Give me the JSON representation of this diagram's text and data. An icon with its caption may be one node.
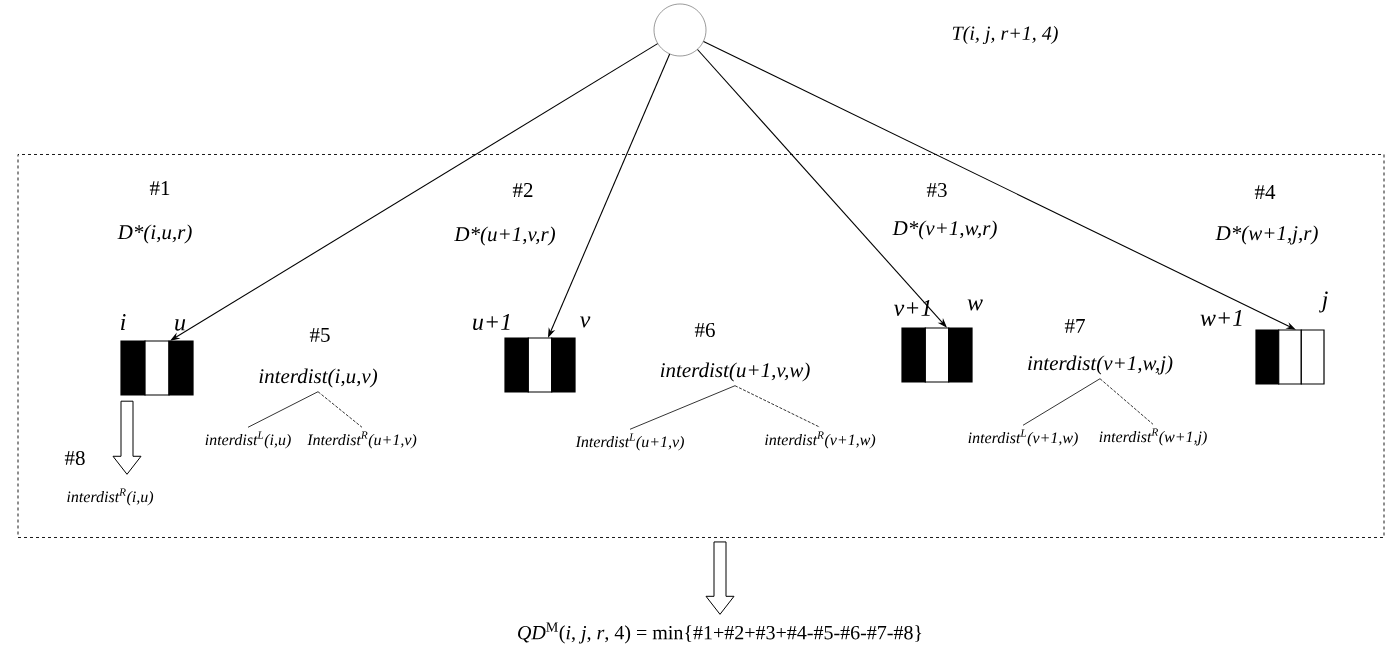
{
  "diagram": {
    "nodes": [
      {
        "text": [],
        "shape": "circle"
      },
      {
        "text": [],
        "shape": "box"
      },
      {
        "text": [],
        "shape": "bar",
        "in": 1,
        "beside": [
          "#1",
          "D*(i,u,r)",
          "i",
          "u"
        ]
      },
      {
        "text": [],
        "shape": "bar",
        "in": 1,
        "beside": [
          "#2",
          "D*(u+1,v,r)",
          "u+1",
          "v"
        ]
      },
      {
        "text": [],
        "shape": "bar",
        "in": 1,
        "beside": [
          "#3",
          "D*(v+1,w,r)",
          "v+1",
          "w"
        ]
      },
      {
        "text": [],
        "shape": "bar",
        "in": 1,
        "beside": [
          "#4",
          "D*(w+1,j,r)",
          "w+1",
          "j"
        ]
      },
      {
        "text": [
          "#8",
          "interdist$^{R}$(i,u)"
        ],
        "in": 1
      },
      {
        "text": [
          "#5",
          "interdist(i,u,v)"
        ],
        "in": 1
      },
      {
        "text": [
          "interdist$^{L}$(i,u)"
        ],
        "in": 1
      },
      {
        "text": [
          "Interdist$^{R}$(u+1,v)"
        ],
        "in": 1
      },
      {
        "text": [
          "#6",
          "interdist(u+1,v,w)"
        ],
        "in": 1
      },
      {
        "text": [
          "Interdist$^{L}$(u+1,v)"
        ],
        "in": 1
      },
      {
        "text": [
          "interdist$^{R}$(v+1,w)"
        ],
        "in": 1
      },
      {
        "text": [
          "#7",
          "interdist(v+1,w,j)"
        ],
        "in": 1
      },
      {
        "text": [
          "interdist$^{L}$(v+1,w)"
        ],
        "in": 1
      },
      {
        "text": [
          "interdist$^{R}$(w+1,j)"
        ],
        "in": 1
      },
      {
        "text": [
          "*QD*$^{M}$(*i*, *j*, *r*, 4) = min{#1+#2+#3+#4-#5-#6-#7-#8}"
        ]
      }
    ],
    "edges": [
      {
        "from": 0,
        "to": 2,
        "arrow": "to"
      },
      {
        "from": 0,
        "to": 3,
        "arrow": "to"
      },
      {
        "from": 0,
        "to": 4,
        "arrow": "to"
      },
      {
        "from": 0,
        "to": 5,
        "arrow": "to"
      },
      {
        "from": 2,
        "to": 6,
        "arrow": "to",
        "style": "thick"
      },
      {
        "from": 7,
        "to": 8,
        "arrow": "none"
      },
      {
        "from": 7,
        "to": 9,
        "arrow": "none",
        "style": "dashed"
      },
      {
        "from": 10,
        "to": 11,
        "arrow": "none"
      },
      {
        "from": 10,
        "to": 12,
        "arrow": "none",
        "style": "dashed"
      },
      {
        "from": 13,
        "to": 14,
        "arrow": "none"
      },
      {
        "from": 13,
        "to": 15,
        "arrow": "none",
        "style": "dashed"
      },
      {
        "from": 1,
        "to": 16,
        "arrow": "to",
        "style": "thick"
      }
    ],
    "labels": [
      "T(i, j, r+1, 4)"
    ]
  }
}
